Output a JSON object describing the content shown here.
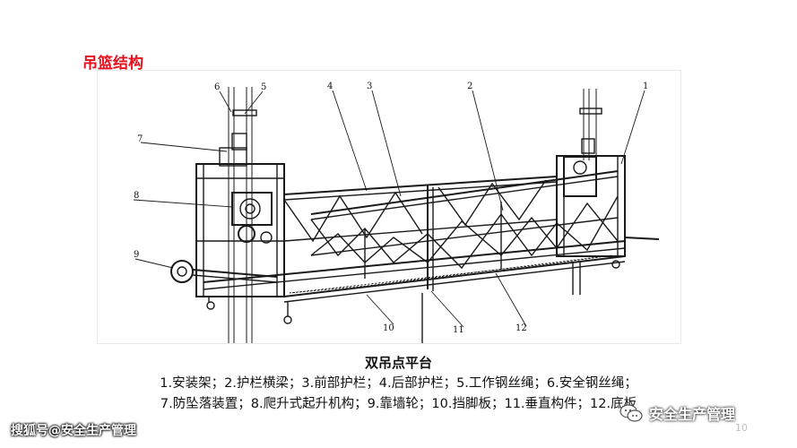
{
  "slide": {
    "title": "吊篮结构",
    "page_number": "10"
  },
  "figure": {
    "callouts": [
      "1",
      "2",
      "3",
      "4",
      "5",
      "6",
      "7",
      "8",
      "9",
      "10",
      "11",
      "12"
    ]
  },
  "caption": {
    "heading": "双吊点平台",
    "line1": "1.安装架；2.护栏横梁；3.前部护栏；4.后部护栏；5.工作钢丝绳；6.安全钢丝绳；",
    "line2": "7.防坠落装置；8.爬升式起升机构；9.靠墙轮；10.挡脚板；11.垂直构件；12.底板"
  },
  "watermarks": {
    "left": "搜狐号@安全生产管理",
    "right": "安全生产管理",
    "right_icon": "wechat-icon"
  }
}
